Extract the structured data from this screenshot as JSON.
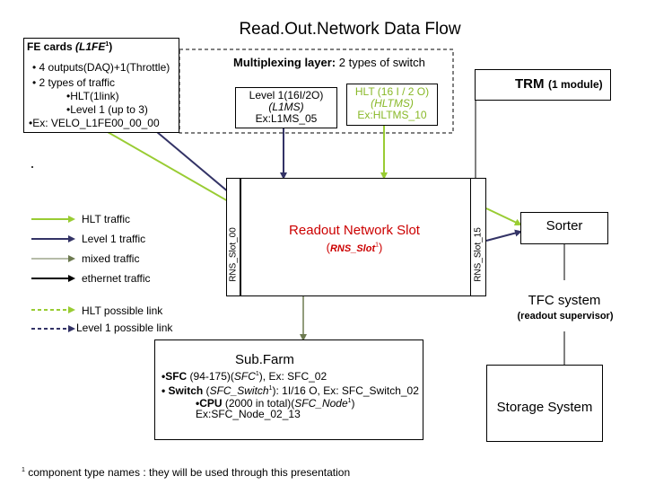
{
  "title": "Read.Out.Network Data Flow",
  "fe_cards": {
    "heading": "FE cards",
    "heading_paren": "(L1FE",
    "heading_sup": "1",
    "heading_close": ")",
    "lines": [
      "• 4 outputs(DAQ)+1(Throttle)",
      "• 2 types of traffic",
      "•HLT(1link)",
      "•Level 1 (up to 3)",
      "•Ex: VELO_L1FE00_00_00"
    ]
  },
  "multiplexing": {
    "label": "Multiplexing layer:",
    "value": " 2 types of switch"
  },
  "switch_l1": {
    "line1": "Level 1(16I/2O)",
    "line2": "(L1MS)",
    "line3": "Ex:L1MS_05"
  },
  "switch_hlt": {
    "line1": "HLT (16 I / 2 O)",
    "line2": "(HLTMS)",
    "line3": "Ex:HLTMS_10"
  },
  "trm": {
    "label": "TRM",
    "note": "(1 module)"
  },
  "rns": {
    "slot_left": "RNS_Slot_00",
    "slot_right": "RNS_Slot_15",
    "title": "Readout Network Slot",
    "sub_open": "(",
    "sub_name": "RNS_Slot",
    "sub_sup": "1",
    "sub_close": ")"
  },
  "sorter": {
    "label": "Sorter"
  },
  "tfc": {
    "label": "TFC system",
    "note": "(readout supervisor)"
  },
  "legend": {
    "items": [
      {
        "label": "HLT traffic",
        "color": "#99cc33",
        "style": "solid"
      },
      {
        "label": "Level 1 traffic",
        "color": "#333366",
        "style": "solid"
      },
      {
        "label": "mixed traffic",
        "color": "#6d7a50",
        "style": "solid"
      },
      {
        "label": "ethernet traffic",
        "color": "#000000",
        "style": "solid"
      },
      {
        "label": "HLT possible link",
        "color": "#99cc33",
        "style": "dashed"
      },
      {
        "label": "Level 1 possible link",
        "color": "#333366",
        "style": "dashed"
      }
    ]
  },
  "subfarm": {
    "title": "Sub.Farm",
    "sfc_bold": "•SFC",
    "sfc_rest": " (94-175)(",
    "sfc_italic": "SFC",
    "sfc_tail": "), Ex: SFC_02",
    "switch_bold": "• Switch",
    "switch_open": " (",
    "switch_italic": "SFC_Switch",
    "switch_tail": "): 1I/16 O, Ex: SFC_Switch_02",
    "cpu_bold": "•CPU",
    "cpu_rest": " (2000 in total)(",
    "cpu_italic": "SFC_Node",
    "cpu_tail": ")",
    "cpu_ex": "Ex:SFC_Node_02_13",
    "sup": "1"
  },
  "storage": {
    "label": "Storage System"
  },
  "footnote": {
    "sup": "1",
    "text": " component type names : they will be used through this presentation"
  },
  "colors": {
    "hlt": "#99cc33",
    "level1": "#333366",
    "mixed": "#6d7a50",
    "ethernet": "#000000"
  }
}
